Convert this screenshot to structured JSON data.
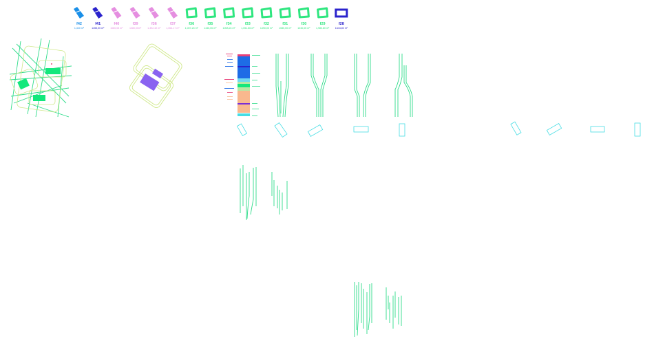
{
  "legend": [
    {
      "label": "f42",
      "area": "1,320 m²",
      "color": "#1a8fe8",
      "shape": "parallelogram"
    },
    {
      "label": "f41",
      "area": "1455,00 m²",
      "color": "#2a22cc",
      "shape": "parallelogram"
    },
    {
      "label": "f40",
      "area": "1080,05 m²",
      "color": "#e58ee0",
      "shape": "parallelogram"
    },
    {
      "label": "f39",
      "area": "1080,00m²",
      "color": "#e58ee0",
      "shape": "parallelogram"
    },
    {
      "label": "f36",
      "area": "1,392.32 m²",
      "color": "#e58ee0",
      "shape": "parallelogram"
    },
    {
      "label": "f37",
      "area": "1,064.17 m²",
      "color": "#e58ee0",
      "shape": "parallelogram"
    },
    {
      "label": "f36",
      "area": "1,007.24 m²",
      "color": "#2ee67f",
      "shape": "ring"
    },
    {
      "label": "f35",
      "area": "1445,00 m²",
      "color": "#2ee67f",
      "shape": "ring"
    },
    {
      "label": "f34",
      "area": "1008,24 m²",
      "color": "#2ee67f",
      "shape": "ring"
    },
    {
      "label": "f33",
      "area": "1,051.86 m²",
      "color": "#2ee67f",
      "shape": "ring"
    },
    {
      "label": "f32",
      "area": "1390,00 m²",
      "color": "#2ee67f",
      "shape": "ring"
    },
    {
      "label": "f31",
      "area": "1080,00 m²",
      "color": "#2ee67f",
      "shape": "ring"
    },
    {
      "label": "f30",
      "area": "1040,05 m²",
      "color": "#2ee67f",
      "shape": "ring"
    },
    {
      "label": "f29",
      "area": "1,980.80 m²",
      "color": "#2ee67f",
      "shape": "ring"
    },
    {
      "label": "f28",
      "area": "1644,80 m²",
      "color": "#2a22cc",
      "shape": "rect"
    }
  ],
  "colors": {
    "line_green": "#2edc8a",
    "outline_lime": "#cfe88a",
    "block_green": "#13e87c",
    "purple": "#8a63f0",
    "cyan": "#45dde4",
    "deep_blue": "#1e6ce6",
    "salmon": "#f9b88e",
    "pink_red": "#e8417a"
  }
}
